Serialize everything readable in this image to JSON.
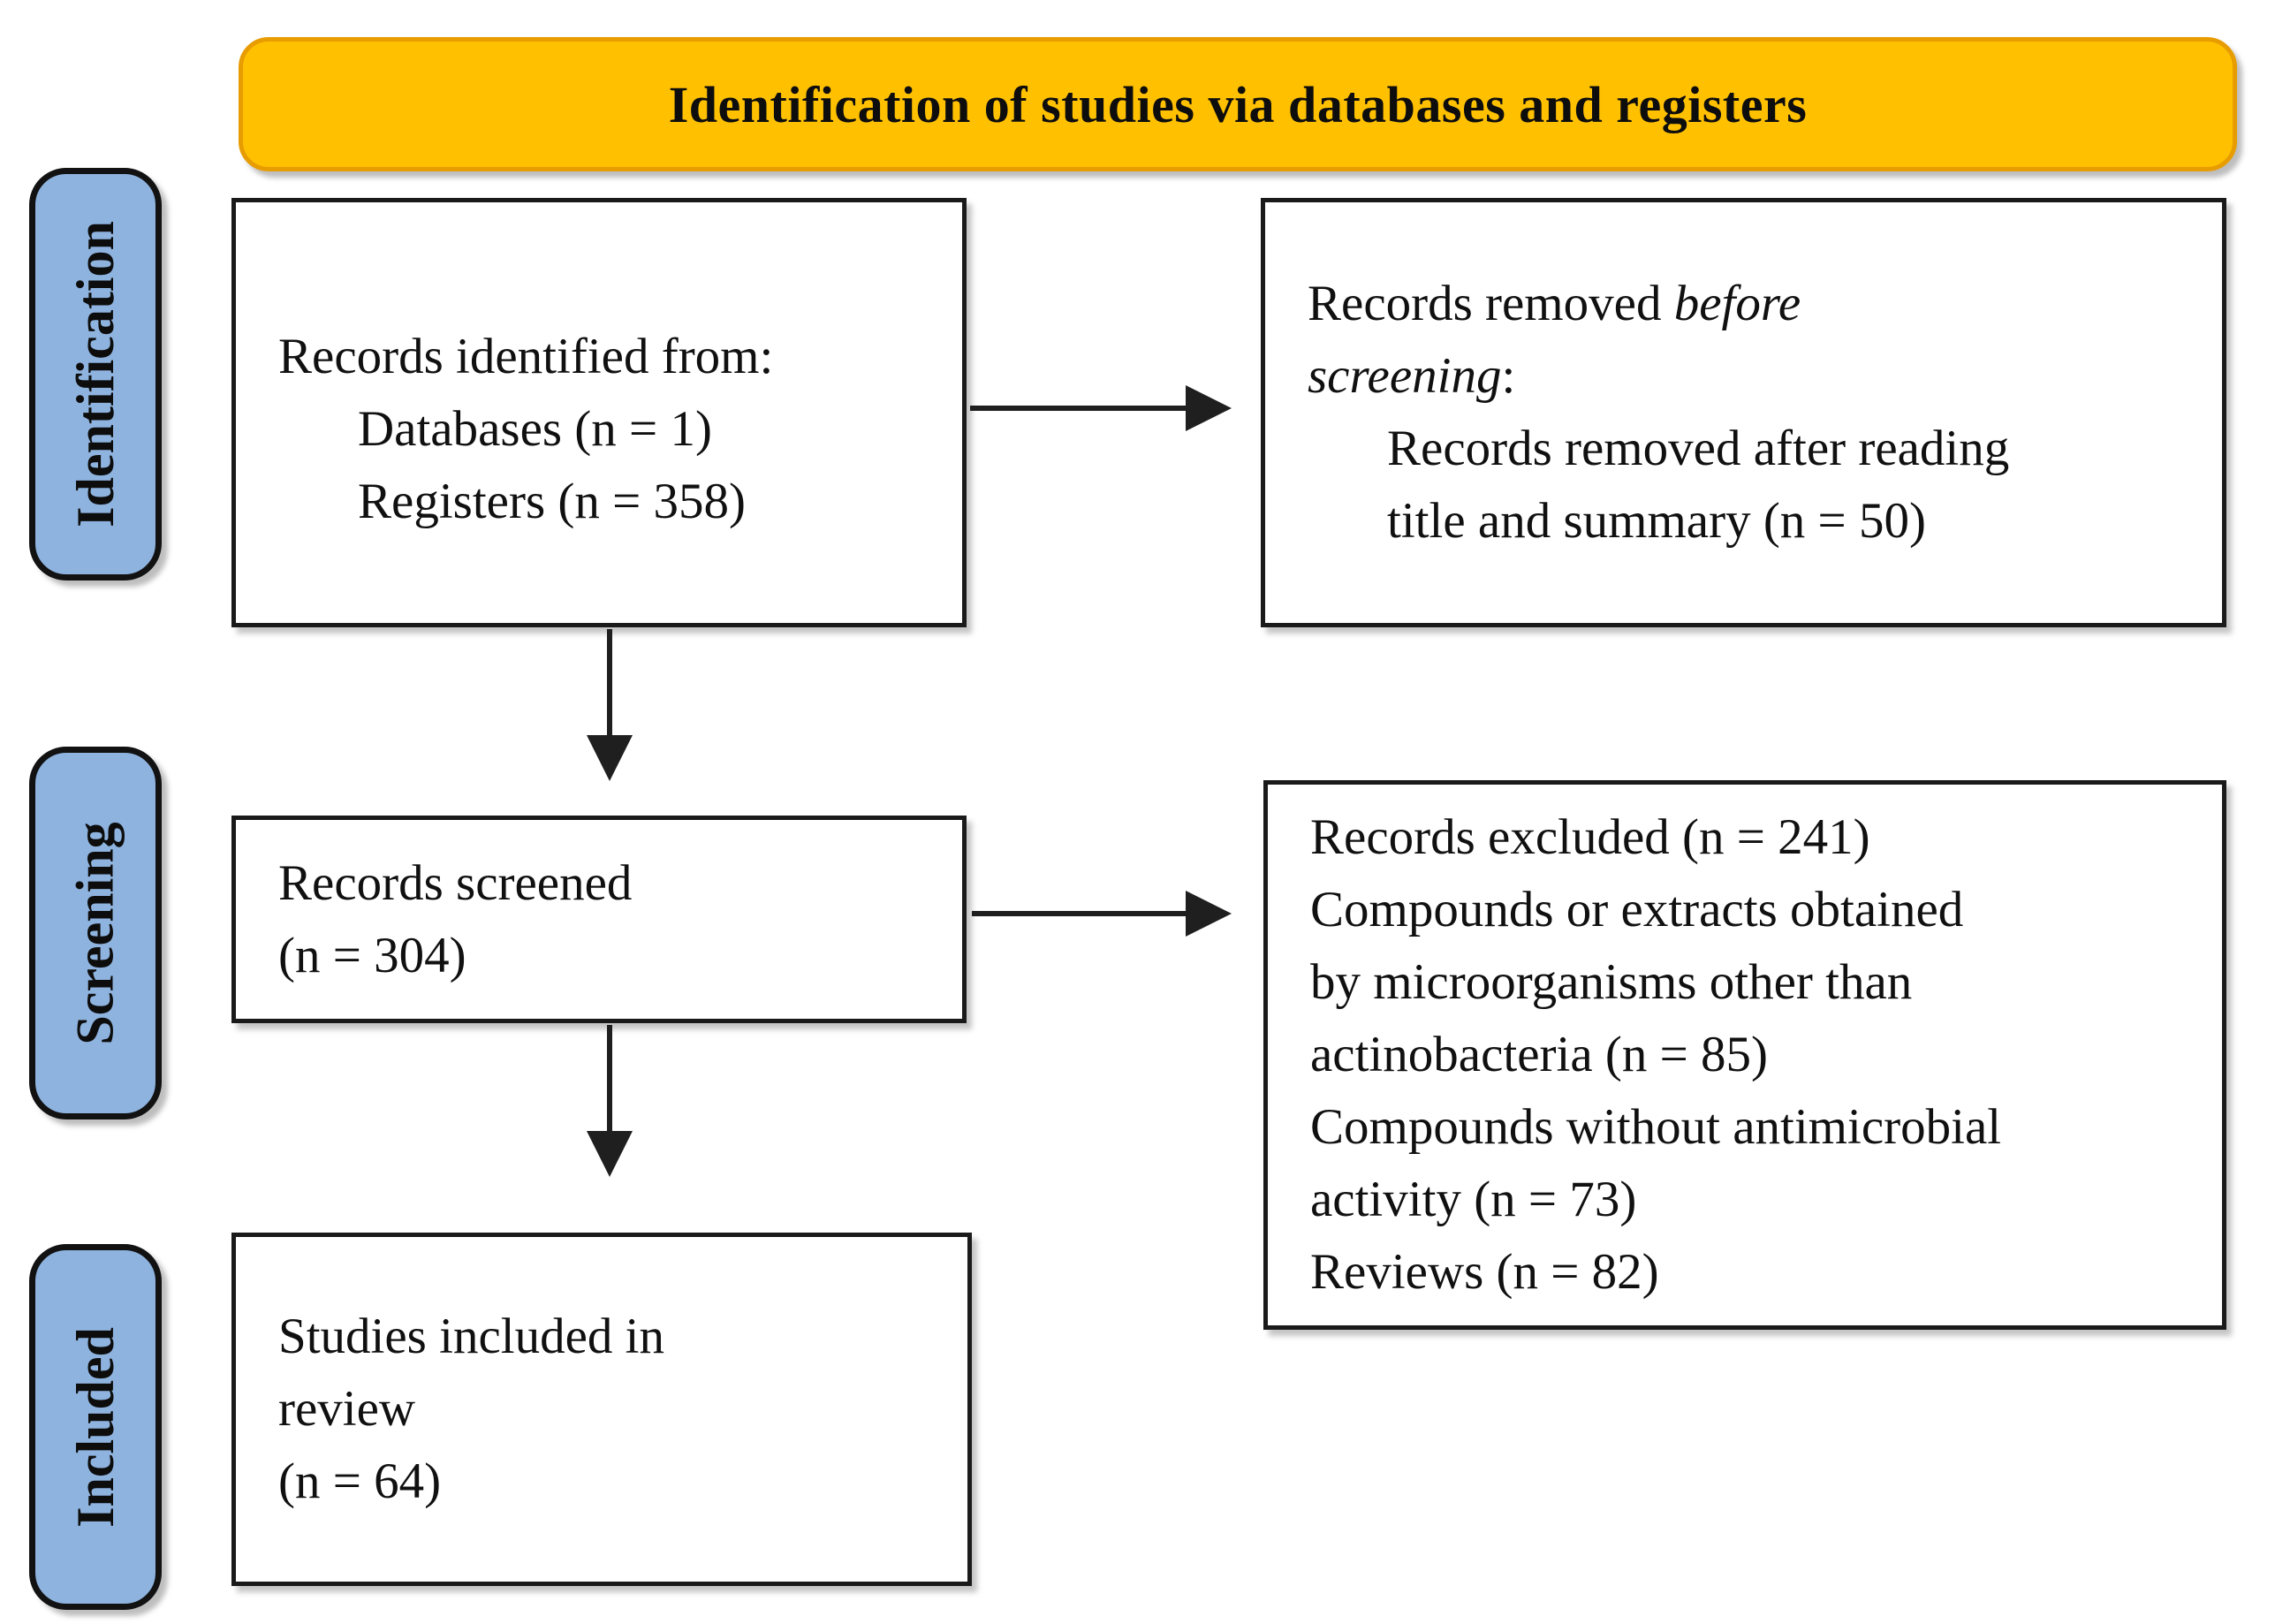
{
  "header": {
    "title": "Identification of studies via databases and registers"
  },
  "colors": {
    "header_bg": "#FFC000",
    "header_border": "#E79C00",
    "stage_bg": "#8EB3DF",
    "line": "#1F1F1F"
  },
  "stages": [
    {
      "label": "Identification"
    },
    {
      "label": "Screening"
    },
    {
      "label": "Included"
    }
  ],
  "boxes": [
    {
      "name": "records-identified",
      "lines": [
        {
          "indent": false,
          "segments": [
            {
              "text": "Records identified from:"
            }
          ]
        },
        {
          "indent": true,
          "segments": [
            {
              "text": "Databases (n = 1)"
            }
          ]
        },
        {
          "indent": true,
          "segments": [
            {
              "text": "Registers (n = 358)"
            }
          ]
        }
      ]
    },
    {
      "name": "records-removed-before-screening",
      "lines": [
        {
          "indent": false,
          "segments": [
            {
              "text": "Records removed "
            },
            {
              "text": "before",
              "italic": true
            }
          ]
        },
        {
          "indent": false,
          "segments": [
            {
              "text": "screening",
              "italic": true
            },
            {
              "text": ":"
            }
          ]
        },
        {
          "indent": true,
          "segments": [
            {
              "text": "Records removed after reading"
            }
          ]
        },
        {
          "indent": true,
          "segments": [
            {
              "text": "title and summary (n = 50)"
            }
          ]
        }
      ]
    },
    {
      "name": "records-screened",
      "lines": [
        {
          "indent": false,
          "segments": [
            {
              "text": "Records screened"
            }
          ]
        },
        {
          "indent": false,
          "segments": [
            {
              "text": "(n = 304)"
            }
          ]
        }
      ]
    },
    {
      "name": "records-excluded",
      "lines": [
        {
          "indent": false,
          "segments": [
            {
              "text": "Records excluded (n = 241)"
            }
          ]
        },
        {
          "indent": false,
          "segments": [
            {
              "text": "Compounds or extracts obtained"
            }
          ]
        },
        {
          "indent": false,
          "segments": [
            {
              "text": "by microorganisms other than"
            }
          ]
        },
        {
          "indent": false,
          "segments": [
            {
              "text": "actinobacteria (n = 85)"
            }
          ]
        },
        {
          "indent": false,
          "segments": [
            {
              "text": "Compounds without antimicrobial"
            }
          ]
        },
        {
          "indent": false,
          "segments": [
            {
              "text": "activity (n = 73)"
            }
          ]
        },
        {
          "indent": false,
          "segments": [
            {
              "text": "Reviews (n = 82)"
            }
          ]
        }
      ]
    },
    {
      "name": "studies-included-in-review",
      "lines": [
        {
          "indent": false,
          "segments": [
            {
              "text": "Studies included in"
            }
          ]
        },
        {
          "indent": false,
          "segments": [
            {
              "text": "review"
            }
          ]
        },
        {
          "indent": false,
          "segments": [
            {
              "text": "(n = 64)"
            }
          ]
        }
      ]
    }
  ]
}
